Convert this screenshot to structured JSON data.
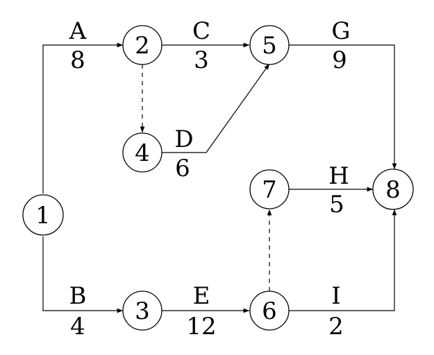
{
  "nodes": [
    {
      "id": "1",
      "label": "1"
    },
    {
      "id": "2",
      "label": "2"
    },
    {
      "id": "3",
      "label": "3"
    },
    {
      "id": "4",
      "label": "4"
    },
    {
      "id": "5",
      "label": "5"
    },
    {
      "id": "6",
      "label": "6"
    },
    {
      "id": "7",
      "label": "7"
    },
    {
      "id": "8",
      "label": "8"
    }
  ],
  "activities": [
    {
      "name": "A",
      "duration": "8",
      "from": "1",
      "to": "2"
    },
    {
      "name": "B",
      "duration": "4",
      "from": "1",
      "to": "3"
    },
    {
      "name": "C",
      "duration": "3",
      "from": "2",
      "to": "5"
    },
    {
      "name": "D",
      "duration": "6",
      "from": "4",
      "to": "5"
    },
    {
      "name": "E",
      "duration": "12",
      "from": "3",
      "to": "6"
    },
    {
      "name": "G",
      "duration": "9",
      "from": "5",
      "to": "8"
    },
    {
      "name": "H",
      "duration": "5",
      "from": "7",
      "to": "8"
    },
    {
      "name": "I",
      "duration": "2",
      "from": "6",
      "to": "8"
    }
  ],
  "dummy_activities": [
    {
      "from": "2",
      "to": "4"
    },
    {
      "from": "6",
      "to": "7"
    }
  ]
}
